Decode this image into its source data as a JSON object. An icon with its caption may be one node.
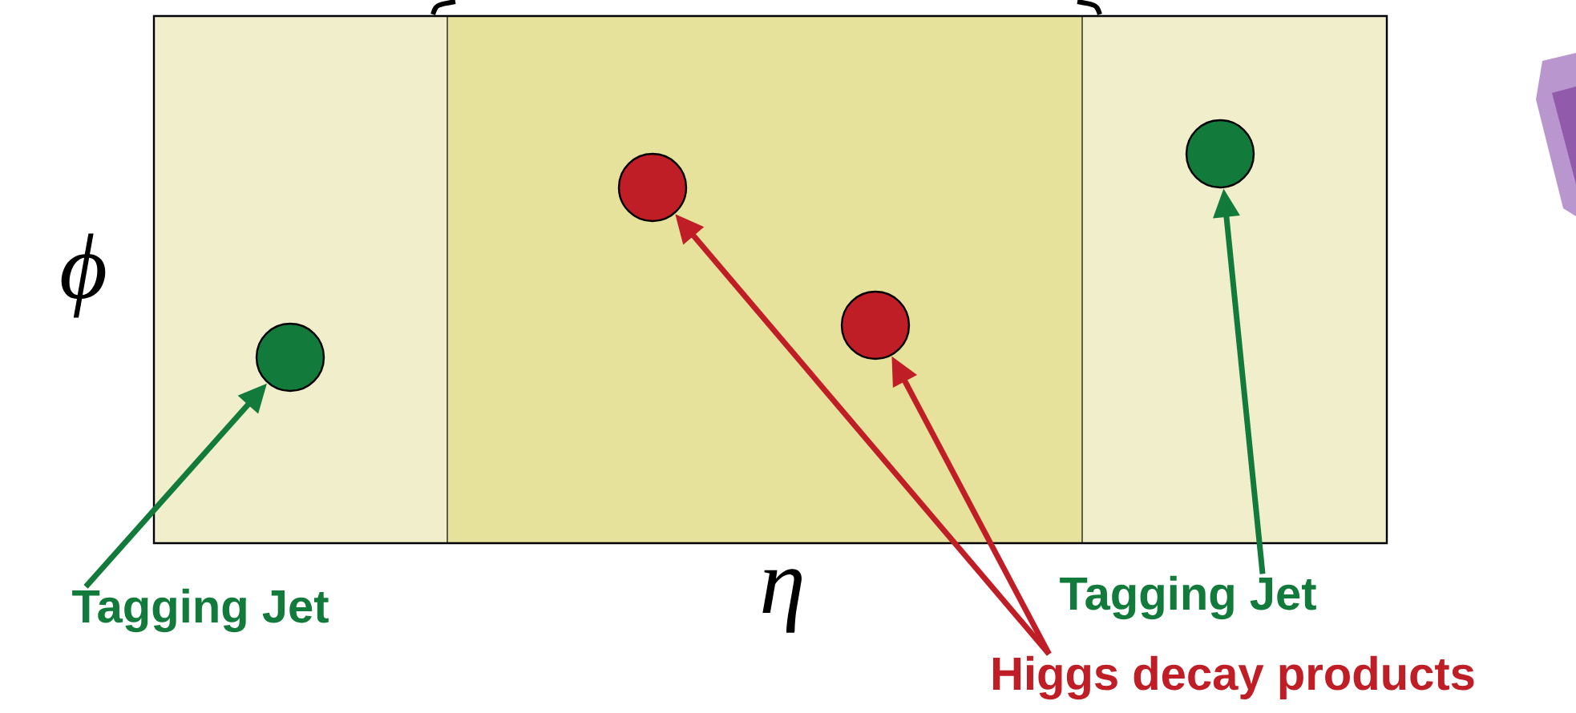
{
  "diagram": {
    "nodes": [
      {
        "text": [
          "Tagging Jet"
        ]
      },
      {
        "text": [],
        "shape": "circle"
      },
      {
        "text": [],
        "shape": "circle"
      },
      {
        "text": [],
        "shape": "circle"
      },
      {
        "text": [],
        "shape": "circle"
      },
      {
        "text": [
          "Tagging Jet"
        ]
      },
      {
        "text": [
          "Higgs decay products"
        ]
      }
    ],
    "edges": [
      {
        "from": 0,
        "to": 1,
        "arrow": "to",
        "color": "#127a3a"
      },
      {
        "from": 6,
        "to": 2,
        "arrow": "to",
        "color": "#c01e26"
      },
      {
        "from": 6,
        "to": 3,
        "arrow": "to",
        "color": "#c01e26"
      },
      {
        "from": 5,
        "to": 4,
        "arrow": "to",
        "color": "#127a3a"
      }
    ],
    "labels": [
      "ϕ",
      "η"
    ]
  }
}
